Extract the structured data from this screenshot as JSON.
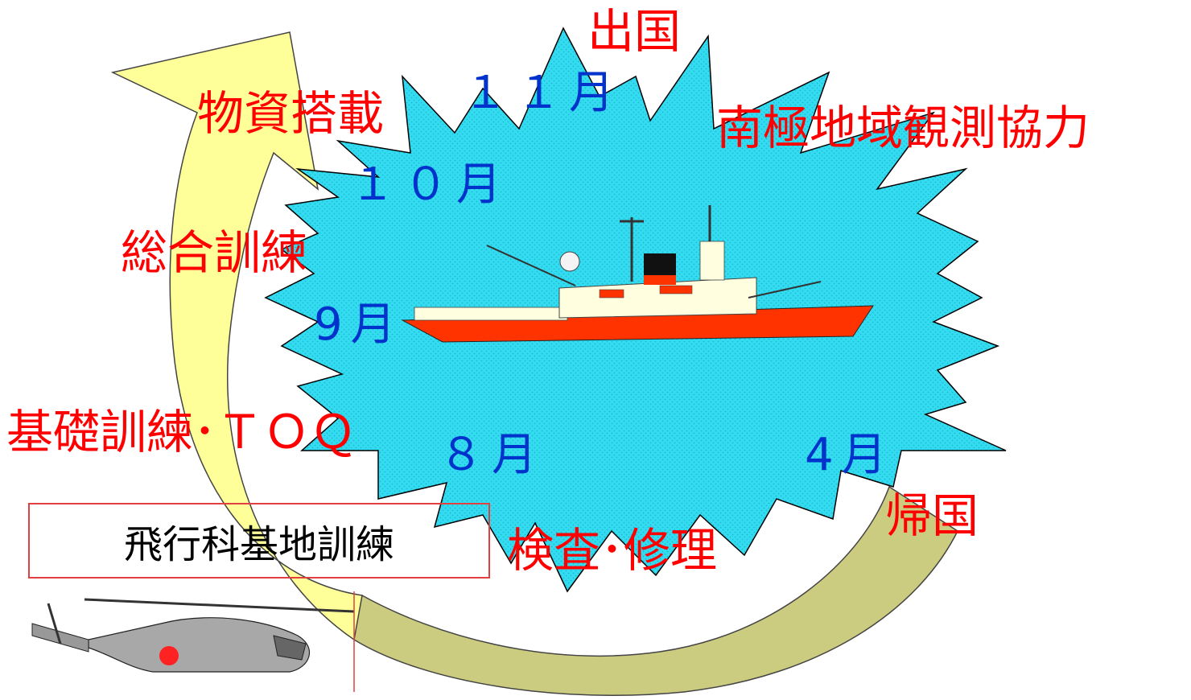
{
  "cycle": {
    "departure": "出国",
    "antarctic": "南極地域観測協力",
    "return": "帰国",
    "inspection": "検査･修理",
    "basic": "基礎訓練･ＴＯＱ",
    "comprehensive": "総合訓練",
    "loading": "物資搭載"
  },
  "months": {
    "apr": "4月",
    "aug": "８月",
    "sep": "9月",
    "oct": "１０月",
    "nov": "１１月"
  },
  "aviation": {
    "label": "飛行科基地訓練"
  },
  "colors": {
    "burst": "#33dcf0",
    "arrow_light": "#ffff99",
    "arrow_dark": "#cccc80",
    "label_red": "#ff0000",
    "label_blue": "#0033cc"
  },
  "icons": [
    "icebreaker-ship-icon",
    "helicopter-icon"
  ]
}
